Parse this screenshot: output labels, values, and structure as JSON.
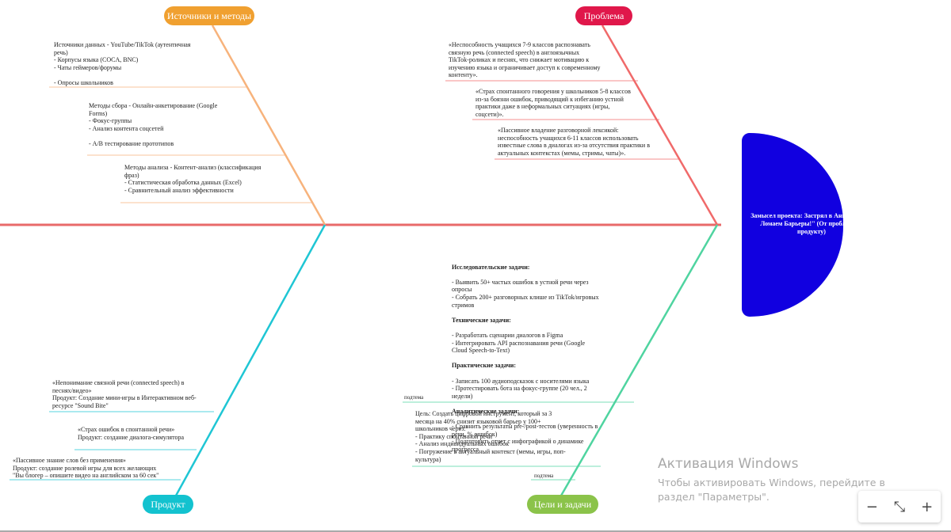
{
  "colors": {
    "head": "#1100e0",
    "spine": "#e86a6a",
    "sources": "#f0a030",
    "problem": "#e0174a",
    "product": "#13c2cf",
    "goals": "#8bc34a",
    "bone_top_left": "#f7b37c",
    "bone_top_right": "#f06a6a",
    "bone_bottom_left": "#1fc6d4",
    "bone_bottom_right": "#4fd4a0"
  },
  "labels": {
    "sources": "Источники и методы",
    "problem": "Проблема",
    "product": "Продукт",
    "goals": "Цели и задачи"
  },
  "head": {
    "text": "Замысел проекта: Застрял в Английском?\nЛомаем Барьеры!\" (От проблемы к\nпродукту)"
  },
  "sources": {
    "data_sources": "Источники данных   - YouTube/TikTok (аутентичная\nречь)\n- Корпусы языка (COCA, BNC)\n- Чаты геймеров/форумы\n\n- Опросы школьников",
    "collection": "Методы сбора   - Онлайн-анкетирование (Google\nForms)\n- Фокус-группы\n- Анализ контента соцсетей\n\n- A/B тестирование прототипов",
    "analysis": "Методы анализа       - Контент-анализ (классификация\nфраз)\n- Статистическая обработка данных (Excel)\n- Сравнительный анализ эффективности"
  },
  "problem": {
    "p1": "«Неспособность учащихся 7-9 классов распознавать\nсвязную речь (connected speech) в англоязычных\nTikTok-роликах и песнях, что снижает мотивацию к\nизучению языка и ограничивает доступ к современному\nконтенту».",
    "p2": "«Страх спонтанного говорения у школьников 5-8 классов\nиз-за боязни ошибок, приводящий к избеганию устной\nпрактики даже в неформальных ситуациях (игры,\nсоцсети)».",
    "p3": "«Пассивное владение разговорной лексикой:\nнеспособность учащихся 6-11 классов использовать\nизвестные слова в диалогах из-за отсутствия практики в\nактуальных контекстах (мемы, стримы, чаты)»."
  },
  "product": {
    "p1": "«Непонимание связной речи (connected speech) в\nпеснях/видео»\nПродукт: Создание мини-игры в Интерактивном веб-\nресурсе \"Sound Bite\"",
    "p2": "«Страх ошибок в спонтанной речи»\nПродукт: создание диалога-симулятора",
    "p3": "«Пассивное знание слов без применения»\nПродукт:  создание ролевой игры для всех желающих\n\"Вы блогер – опишите видео на английском за 60 сек\""
  },
  "goals": {
    "tasks": [
      {
        "title": "Исследовательские задачи:",
        "body": "- Выявить 50+ частых ошибок в устной речи через\nопросы\n- Собрать 200+ разговорных клише из TikTok/игровых\nстримов"
      },
      {
        "title": "Технические задачи:",
        "body": "- Разработать сценарии диалогов в Figma\n- Интегрировать API распознавания речи (Google\nCloud Speech-to-Text)"
      },
      {
        "title": "Практические задачи:",
        "body": "- Записать 100 аудиоподсказок с носителями языка\n- Протестировать бота на фокус-группе (20 чел., 2\nнедели)"
      },
      {
        "title": "Аналитические задачи:",
        "body": "-  Сравнить результаты pre-/post-тестов (уверенность в\nречи, % ошибок)\n- Подготовить отчет с инфографикой о динамике\nпрогресса"
      }
    ],
    "subtopic1": "подтема",
    "goal": "Цель: Создать цифровой инструмент, который за 3\nмесяца на 40% снизит языковой барьер у 100+\nшкольников через:\"\n- Практику спонтанной речи\n- Анализ индивидуальных ошибок\n- Погружение в актуальный контекст (мемы, игры, поп-\nкультура)",
    "subtopic2": "подтема"
  },
  "watermark": {
    "title": "Активация Windows",
    "subtitle": "Чтобы активировать Windows, перейдите в раздел \"Параметры\"."
  },
  "zoom": {
    "minus": "−",
    "fit": "⤡",
    "plus": "+"
  }
}
